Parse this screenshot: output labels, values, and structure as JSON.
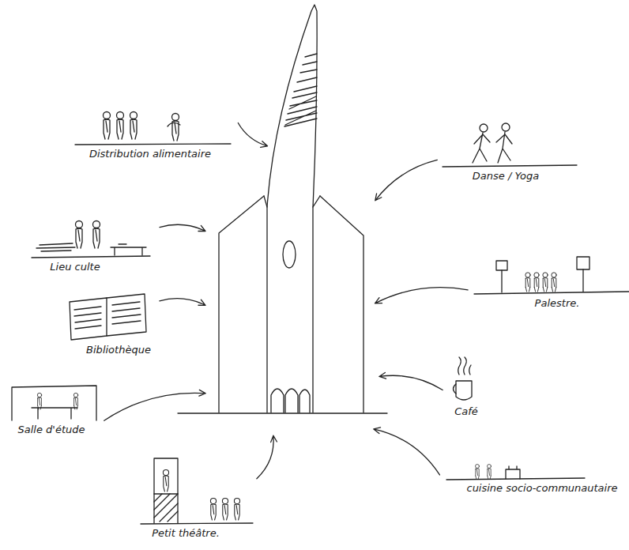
{
  "diagram": {
    "nodes": [
      {
        "text": []
      },
      {
        "text": [
          "Distribution alimentaire"
        ]
      },
      {
        "text": [
          "Danse / Yoga"
        ]
      },
      {
        "text": [
          "Lieu culte"
        ]
      },
      {
        "text": [
          "Palestre."
        ]
      },
      {
        "text": [
          "Bibliothèque"
        ]
      },
      {
        "text": [
          "Café"
        ]
      },
      {
        "text": [
          "Salle d'étude"
        ]
      },
      {
        "text": [
          "Petit théâtre."
        ]
      },
      {
        "text": [
          "cuisine socio-communautaire"
        ]
      }
    ],
    "edges": [
      {
        "from": 1,
        "to": 0,
        "arrow": "to"
      },
      {
        "from": 2,
        "to": 0,
        "arrow": "to"
      },
      {
        "from": 3,
        "to": 0,
        "arrow": "to"
      },
      {
        "from": 4,
        "to": 0,
        "arrow": "to"
      },
      {
        "from": 5,
        "to": 0,
        "arrow": "to"
      },
      {
        "from": 6,
        "to": 0,
        "arrow": "to"
      },
      {
        "from": 7,
        "to": 0,
        "arrow": "to"
      },
      {
        "from": 8,
        "to": 0,
        "arrow": "to"
      },
      {
        "from": 9,
        "to": 0,
        "arrow": "to"
      }
    ]
  }
}
